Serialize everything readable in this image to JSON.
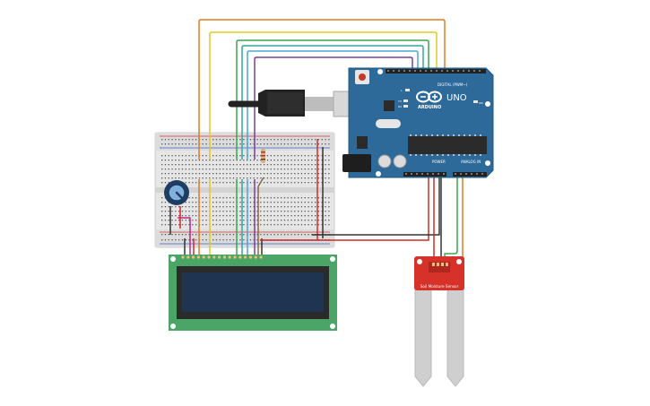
{
  "arduino": {
    "logo_text": "ARDUINO",
    "model": "UNO",
    "digital_header": "DIGITAL (PWM~)",
    "power_header": "POWER",
    "analog_header": "ANALOG IN",
    "on_label": "ON",
    "tx_label": "TX",
    "rx_label": "RX",
    "l_label": "L"
  },
  "sensor": {
    "title": "Soil Moisture Sensor"
  },
  "colors": {
    "arduino_blue": "#2d6a9a",
    "breadboard": "#e8e8e8",
    "lcd_pcb": "#4ba566",
    "lcd_screen": "#1f3450",
    "sensor_red": "#d6322a",
    "wire_orange": "#e07b22",
    "wire_yellow": "#e3c920",
    "wire_green": "#3aa64a",
    "wire_teal": "#2fa7a4",
    "wire_blue": "#4aa6d9",
    "wire_purple": "#7a3fa0",
    "wire_red": "#d02b2b",
    "wire_black": "#333333",
    "wire_magenta": "#c2258a"
  },
  "icons": [
    "usb-cable-icon",
    "potentiometer-icon",
    "resistor-icon",
    "reset-button-icon"
  ]
}
